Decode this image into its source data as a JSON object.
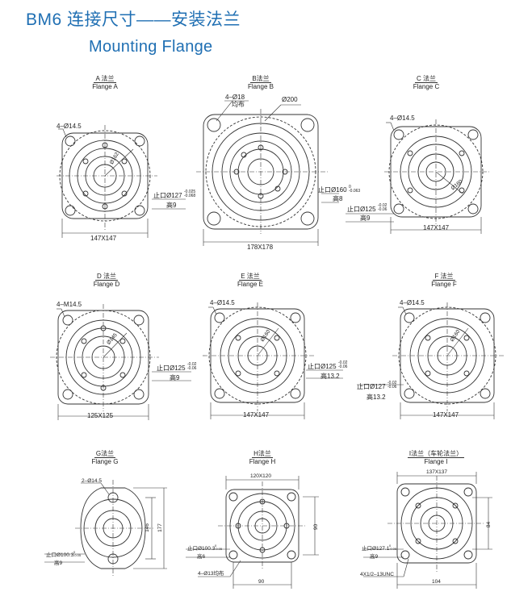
{
  "header": {
    "title_cn": "BM6 连接尺寸——安装法兰",
    "title_en": "Mounting  Flange"
  },
  "flanges": {
    "A": {
      "cn": "A 法兰",
      "en": "Flange A",
      "holes": "4–Ø14.5",
      "pcd": "Ø162",
      "pilot": "止口Ø127",
      "pilot_tol_top": "-0.025",
      "pilot_tol_bot": "-0.068",
      "height": "高9",
      "size": "147X147"
    },
    "B": {
      "cn": "B法兰",
      "en": "Flange B",
      "holes": "4–Ø18",
      "holes_note": "均布",
      "bc": "Ø200",
      "pilot": "止口Ø160",
      "pilot_tol_top": "0",
      "pilot_tol_bot": "-0.063",
      "height": "高8",
      "size": "178X178"
    },
    "C": {
      "cn": "C 法兰",
      "en": "Flange C",
      "holes": "4–Ø14.5",
      "pcd": "Ø160",
      "pilot": "止口Ø125",
      "pilot_tol_top": "-0.02",
      "pilot_tol_bot": "-0.06",
      "height": "高9",
      "size": "147X147"
    },
    "D": {
      "cn": "D 法兰",
      "en": "Flange D",
      "holes": "4–M14.5",
      "pcd": "Ø145",
      "pilot": "止口Ø125",
      "pilot_tol_top": "-0.02",
      "pilot_tol_bot": "-0.06",
      "height": "高9",
      "size": "125X125"
    },
    "E": {
      "cn": "E 法兰",
      "en": "Flange E",
      "holes": "4–Ø14.5",
      "pcd": "Ø160",
      "pilot": "止口Ø125",
      "pilot_tol_top": "-0.02",
      "pilot_tol_bot": "-0.06",
      "height": "高13.2",
      "size": "147X147"
    },
    "F": {
      "cn": "F 法兰",
      "en": "Flange F",
      "holes": "4–Ø14.5",
      "pcd": "Ø160",
      "pilot": "止口Ø127",
      "pilot_tol_top": "-0.02",
      "pilot_tol_bot": "-0.06",
      "height": "高13.2",
      "size": "147X147"
    },
    "G": {
      "cn": "G法兰",
      "en": "Flange G",
      "holes": "2–Ø14.5",
      "pilot": "止口Ø100.3",
      "pilot_tol_top": "0",
      "pilot_tol_bot": "-0.05",
      "height": "高9",
      "dim1": "146",
      "dim2": "177"
    },
    "H": {
      "cn": "H法兰",
      "en": "Flange H",
      "top": "120X120",
      "pilot": "止口Ø100.3",
      "pilot_tol_top": "0",
      "pilot_tol_bot": "-0.05",
      "height": "高6",
      "holes": "4–Ø13均布",
      "side": "90",
      "bottom": "90"
    },
    "I": {
      "cn": "I法兰（车轮法兰）",
      "en": "Flange I",
      "top": "137X137",
      "pilot": "止口Ø127.1",
      "pilot_tol_top": "0",
      "pilot_tol_bot": "-0.05",
      "height": "高9",
      "holes": "4X1/2–13UNC",
      "side": "84",
      "bottom": "104"
    }
  }
}
